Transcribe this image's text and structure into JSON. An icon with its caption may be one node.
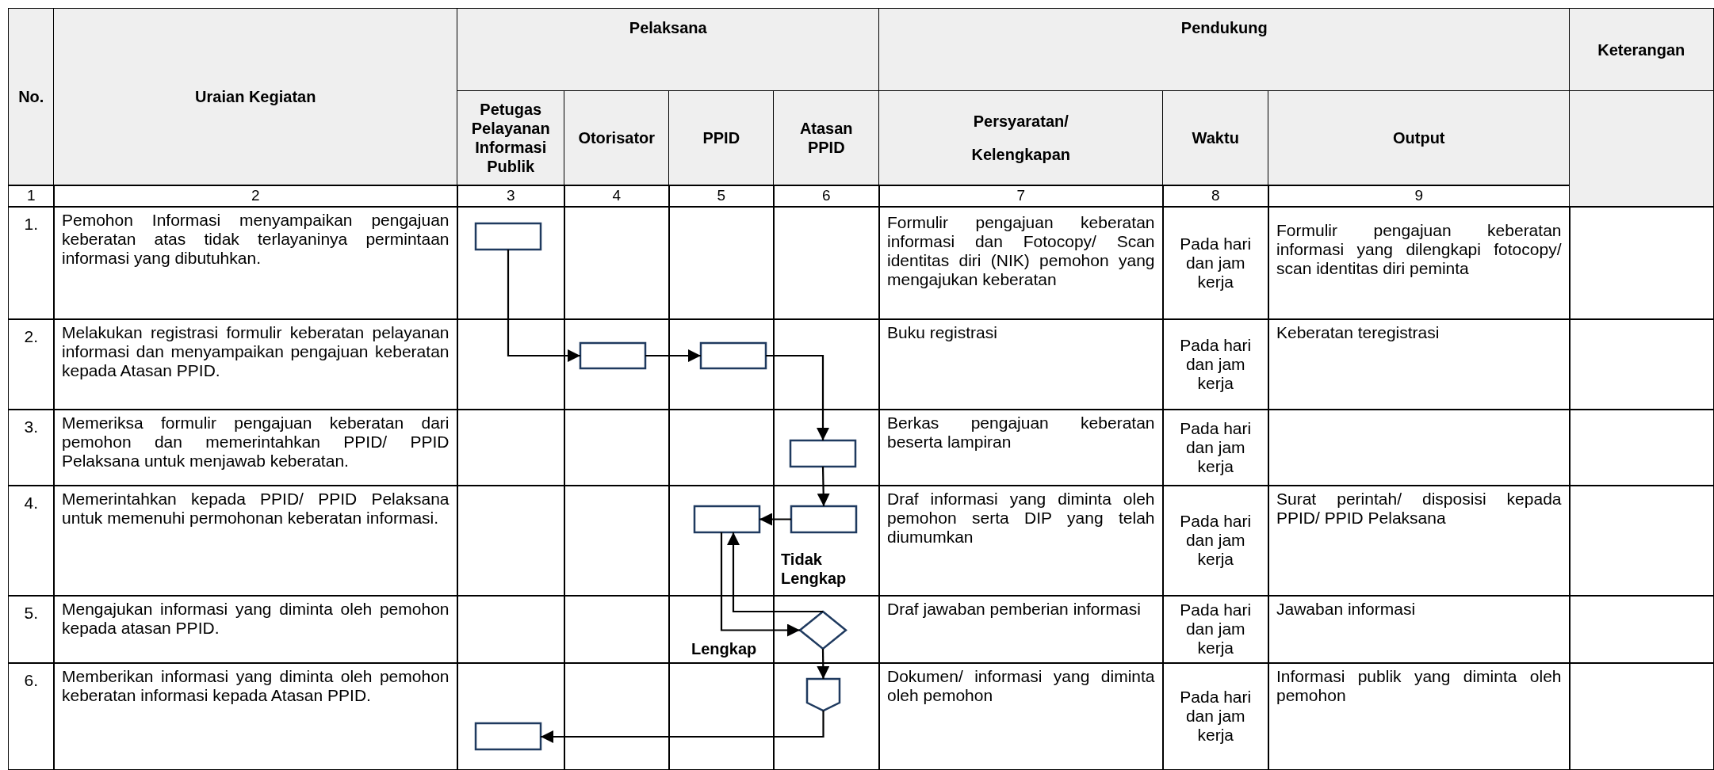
{
  "diagram": {
    "nodes": [
      {
        "text": [],
        "shape": "box"
      },
      {
        "text": [],
        "shape": "box"
      },
      {
        "text": [],
        "shape": "box"
      },
      {
        "text": [],
        "shape": "box"
      },
      {
        "text": [],
        "shape": "box"
      },
      {
        "text": [],
        "shape": "box"
      },
      {
        "text": [],
        "shape": "diamond"
      },
      {
        "text": [],
        "shape": "pentagon"
      },
      {
        "text": [],
        "shape": "box"
      }
    ],
    "edges": [
      {
        "from": 0,
        "to": 1,
        "arrow": "to"
      },
      {
        "from": 1,
        "to": 2,
        "arrow": "to"
      },
      {
        "from": 2,
        "to": 3,
        "arrow": "to"
      },
      {
        "from": 3,
        "to": 4,
        "arrow": "to"
      },
      {
        "from": 4,
        "to": 5,
        "arrow": "to"
      },
      {
        "from": 5,
        "to": 6,
        "arrow": "to",
        "label": "Lengkap"
      },
      {
        "from": 6,
        "to": 5,
        "arrow": "to",
        "label": "Tidak Lengkap"
      },
      {
        "from": 6,
        "to": 7,
        "arrow": "to"
      },
      {
        "from": 7,
        "to": 8,
        "arrow": "to"
      }
    ],
    "labels": [
      "No.",
      "Uraian Kegiatan",
      "Pelaksana",
      "Pendukung",
      "Keterangan",
      "Petugas Pelayanan Informasi Publik",
      "Otorisator",
      "PPID",
      "Atasan PPID",
      "Persyaratan/ Kelengkapan",
      "Waktu",
      "Output",
      "1",
      "2",
      "3",
      "4",
      "5",
      "6",
      "7",
      "8",
      "9",
      "1.",
      "Pemohon Informasi menyampaikan pengajuan keberatan atas tidak terlayaninya permintaan informasi yang dibutuhkan.",
      "Formulir pengajuan keberatan informasi dan Fotocopy/ Scan identitas diri (NIK) pemohon yang mengajukan keberatan",
      "Pada hari dan jam kerja",
      "Formulir pengajuan keberatan informasi yang dilengkapi fotocopy/ scan identitas diri peminta",
      "2.",
      "Melakukan registrasi formulir keberatan pelayanan informasi dan menyampaikan pengajuan keberatan kepada Atasan PPID.",
      "Buku registrasi",
      "Pada hari dan jam kerja",
      "Keberatan teregistrasi",
      "3.",
      "Memeriksa formulir pengajuan keberatan dari pemohon dan memerintahkan PPID/ PPID Pelaksana untuk menjawab keberatan.",
      "Berkas pengajuan keberatan beserta lampiran",
      "Pada hari dan jam kerja",
      "4.",
      "Memerintahkan kepada PPID/ PPID Pelaksana untuk memenuhi permohonan keberatan informasi.",
      "Draf informasi yang diminta oleh pemohon serta DIP yang telah diumumkan",
      "Pada hari dan jam kerja",
      "Surat perintah/ disposisi kepada PPID/ PPID Pelaksana",
      "5.",
      "Mengajukan informasi yang diminta oleh pemohon kepada atasan PPID.",
      "Draf jawaban pemberian informasi",
      "Pada hari dan jam kerja",
      "Jawaban informasi",
      "6.",
      "Memberikan informasi yang diminta oleh pemohon keberatan informasi kepada Atasan PPID.",
      "Dokumen/ informasi yang diminta oleh pemohon",
      "Pada hari dan jam kerja",
      "Informasi publik yang diminta oleh pemohon"
    ]
  }
}
